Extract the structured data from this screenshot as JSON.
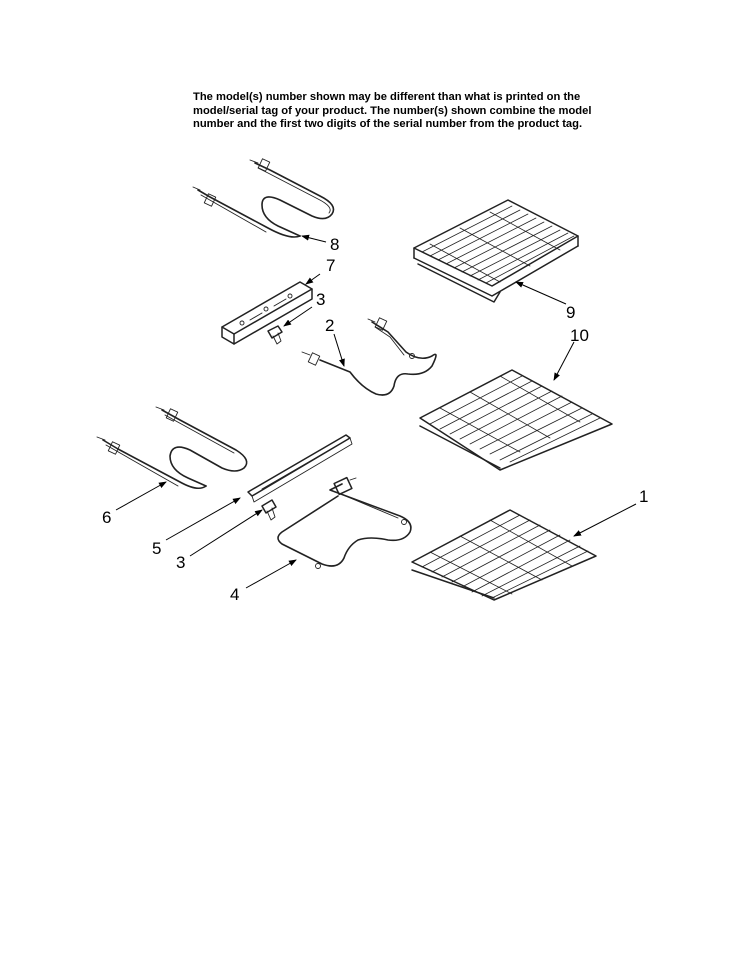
{
  "notice": {
    "line1": "The model(s) number shown may be different than what is printed on the",
    "line2": "model/serial tag of your product. The number(s) shown combine the model",
    "line3": "number and the first two digits of the serial number from the product tag."
  },
  "callouts": {
    "c1": "1",
    "c2": "2",
    "c3_upper": "3",
    "c3_lower": "3",
    "c4": "4",
    "c5": "5",
    "c6": "6",
    "c7": "7",
    "c8": "8",
    "c9": "9",
    "c10": "10"
  }
}
